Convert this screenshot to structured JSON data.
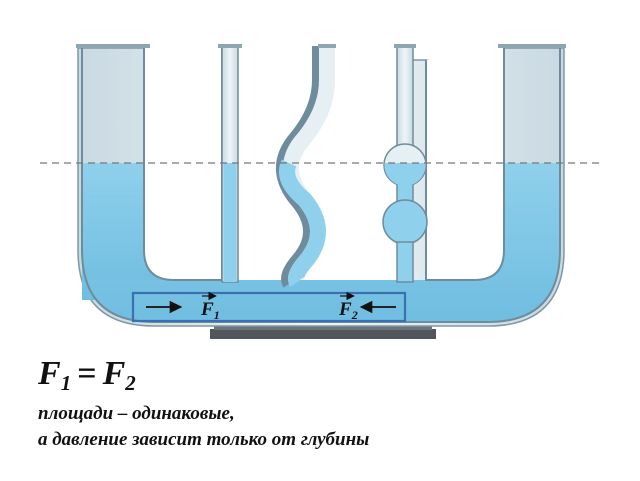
{
  "diagram": {
    "force_left": {
      "symbol": "F",
      "subscript": "1"
    },
    "force_right": {
      "symbol": "F",
      "subscript": "2"
    },
    "colors": {
      "water": "#7ec9e8",
      "water_light": "#a8daf0",
      "glass": "#d6e4ec",
      "glass_edge": "#6f8c9c",
      "frame": "#3a6fb0",
      "stand": "#555b60",
      "level_line": "#777777"
    }
  },
  "caption": {
    "formula": {
      "left_symbol": "F",
      "left_sub": "1",
      "equals": "=",
      "right_symbol": "F",
      "right_sub": "2"
    },
    "line1": "площади – одинаковые,",
    "line2": "а давление зависит только от глубины"
  }
}
